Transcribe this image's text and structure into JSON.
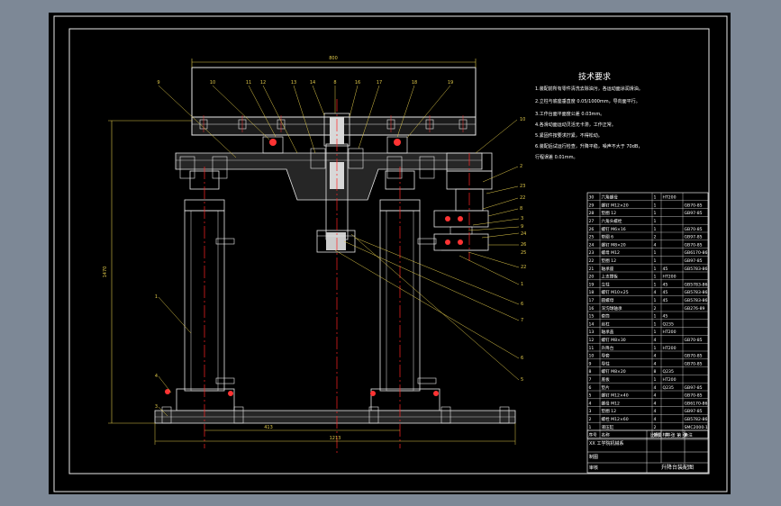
{
  "drawing": {
    "top_dimension": "800",
    "left_dimension": "1470",
    "bottom_dimension_inner": "413",
    "bottom_dimension_outer": "1213"
  },
  "tech": {
    "title": "技术要求",
    "lines": [
      "1.装配前所有零件清洗去除油污，各运动面涂润滑油。",
      "2.立柱与底座垂直度 0.05/1000mm，导向面平行。",
      "3.工作台面平面度公差 0.03mm。",
      "4.各滑动面运动灵活无卡滞，工作正常。",
      "5.紧固件按要求拧紧，不得松动。",
      "6.装配后试运行检查，升降平稳，噪声不大于 70dB，",
      "  行程误差 0.01mm。"
    ]
  },
  "callouts_top": [
    "9",
    "10",
    "11",
    "12",
    "13",
    "14",
    "8",
    "16",
    "17",
    "18",
    "19"
  ],
  "callouts_right": [
    "2",
    "23",
    "22",
    "8",
    "3",
    "9",
    "24",
    "26",
    "25",
    "22",
    "1",
    "6",
    "7",
    "6",
    "5"
  ],
  "callouts_left": [
    "1",
    "4",
    "3"
  ],
  "bom": {
    "rows": [
      [
        "30",
        "六角螺母",
        "1",
        "HT200",
        ""
      ],
      [
        "29",
        "螺钉 M12×20",
        "1",
        "",
        "GB70-85"
      ],
      [
        "28",
        "垫圈 12",
        "1",
        "",
        "GB97-85"
      ],
      [
        "27",
        "六角头螺栓",
        "1",
        "",
        ""
      ],
      [
        "26",
        "螺钉 M6×16",
        "1",
        "",
        "GB70-85"
      ],
      [
        "25",
        "垫圈 6",
        "2",
        "",
        "GB97-85"
      ],
      [
        "24",
        "螺钉 M8×20",
        "4",
        "",
        "GB70-85"
      ],
      [
        "23",
        "螺母 M12",
        "1",
        "",
        "GB6170-86"
      ],
      [
        "22",
        "垫圈 12",
        "1",
        "",
        "GB97-85"
      ],
      [
        "21",
        "轴承座",
        "1",
        "45",
        "GB5783-86"
      ],
      [
        "20",
        "上支撑板",
        "1",
        "HT200",
        ""
      ],
      [
        "19",
        "立柱",
        "1",
        "45",
        "GB5783-86"
      ],
      [
        "18",
        "螺钉 M10×25",
        "4",
        "45",
        "GB5783-86"
      ],
      [
        "17",
        "圆螺母",
        "1",
        "45",
        "GB5783-86"
      ],
      [
        "16",
        "深沟球轴承",
        "2",
        "",
        "GB276-89"
      ],
      [
        "15",
        "套筒",
        "1",
        "45",
        ""
      ],
      [
        "14",
        "丝杠",
        "1",
        "Q235",
        ""
      ],
      [
        "13",
        "轴承盖",
        "1",
        "HT200",
        ""
      ],
      [
        "12",
        "螺钉 M8×30",
        "4",
        "",
        "GB70-85"
      ],
      [
        "11",
        "升降台",
        "1",
        "HT200",
        ""
      ],
      [
        "10",
        "导套",
        "4",
        "",
        "GB70-85"
      ],
      [
        "9",
        "导柱",
        "4",
        "",
        "GB70-85"
      ],
      [
        "8",
        "螺钉 M8×20",
        "8",
        "Q235",
        ""
      ],
      [
        "7",
        "底板",
        "1",
        "HT200",
        ""
      ],
      [
        "6",
        "垫片",
        "4",
        "Q235",
        "GB97-85"
      ],
      [
        "5",
        "螺钉 M12×40",
        "4",
        "",
        "GB70-85"
      ],
      [
        "4",
        "螺母 M12",
        "4",
        "",
        "GB6170-86"
      ],
      [
        "3",
        "垫圈 12",
        "4",
        "",
        "GB97-85"
      ],
      [
        "2",
        "螺栓 M12×60",
        "4",
        "",
        "GB5782-86"
      ],
      [
        "1",
        "液压缸",
        "2",
        "",
        "SMC2000-1"
      ]
    ],
    "header": [
      "序号",
      "名称",
      "数量",
      "材料",
      "备注"
    ],
    "school": "XX 工学院机械系",
    "drawn_label": "制图",
    "check_label": "审核",
    "title_name": "升降台装配图",
    "scale_label": "比例",
    "sheet_label": "共 张 第 张"
  }
}
